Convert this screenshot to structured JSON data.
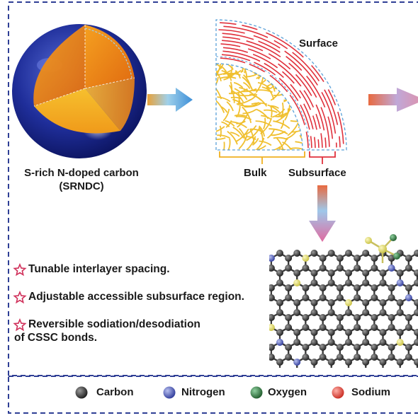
{
  "sphere": {
    "label_line1": "S-rich N-doped carbon",
    "label_line2": "(SRNDC)"
  },
  "quarter": {
    "surface_label": "Surface",
    "bulk_label": "Bulk",
    "subsurface_label": "Subsurface"
  },
  "features": [
    {
      "text": "Tunable interlayer spacing."
    },
    {
      "text": "Adjustable accessible subsurface region."
    },
    {
      "text_line1": "Reversible sodiation/desodiation",
      "text_line2": "of CSSC bonds."
    }
  ],
  "legend": [
    {
      "label": "Carbon",
      "color": "#2a2a2a"
    },
    {
      "label": "Nitrogen",
      "color": "#4a57b8"
    },
    {
      "label": "Oxygen",
      "color": "#2f6b3a"
    },
    {
      "label": "Sodium",
      "color": "#e2453a"
    }
  ],
  "colors": {
    "frame": "#2f3f95",
    "surface_lines": "#e0313c",
    "bulk_lines": "#f0c030",
    "dash_blue": "#5aa0d8",
    "star": "#d0305a"
  }
}
